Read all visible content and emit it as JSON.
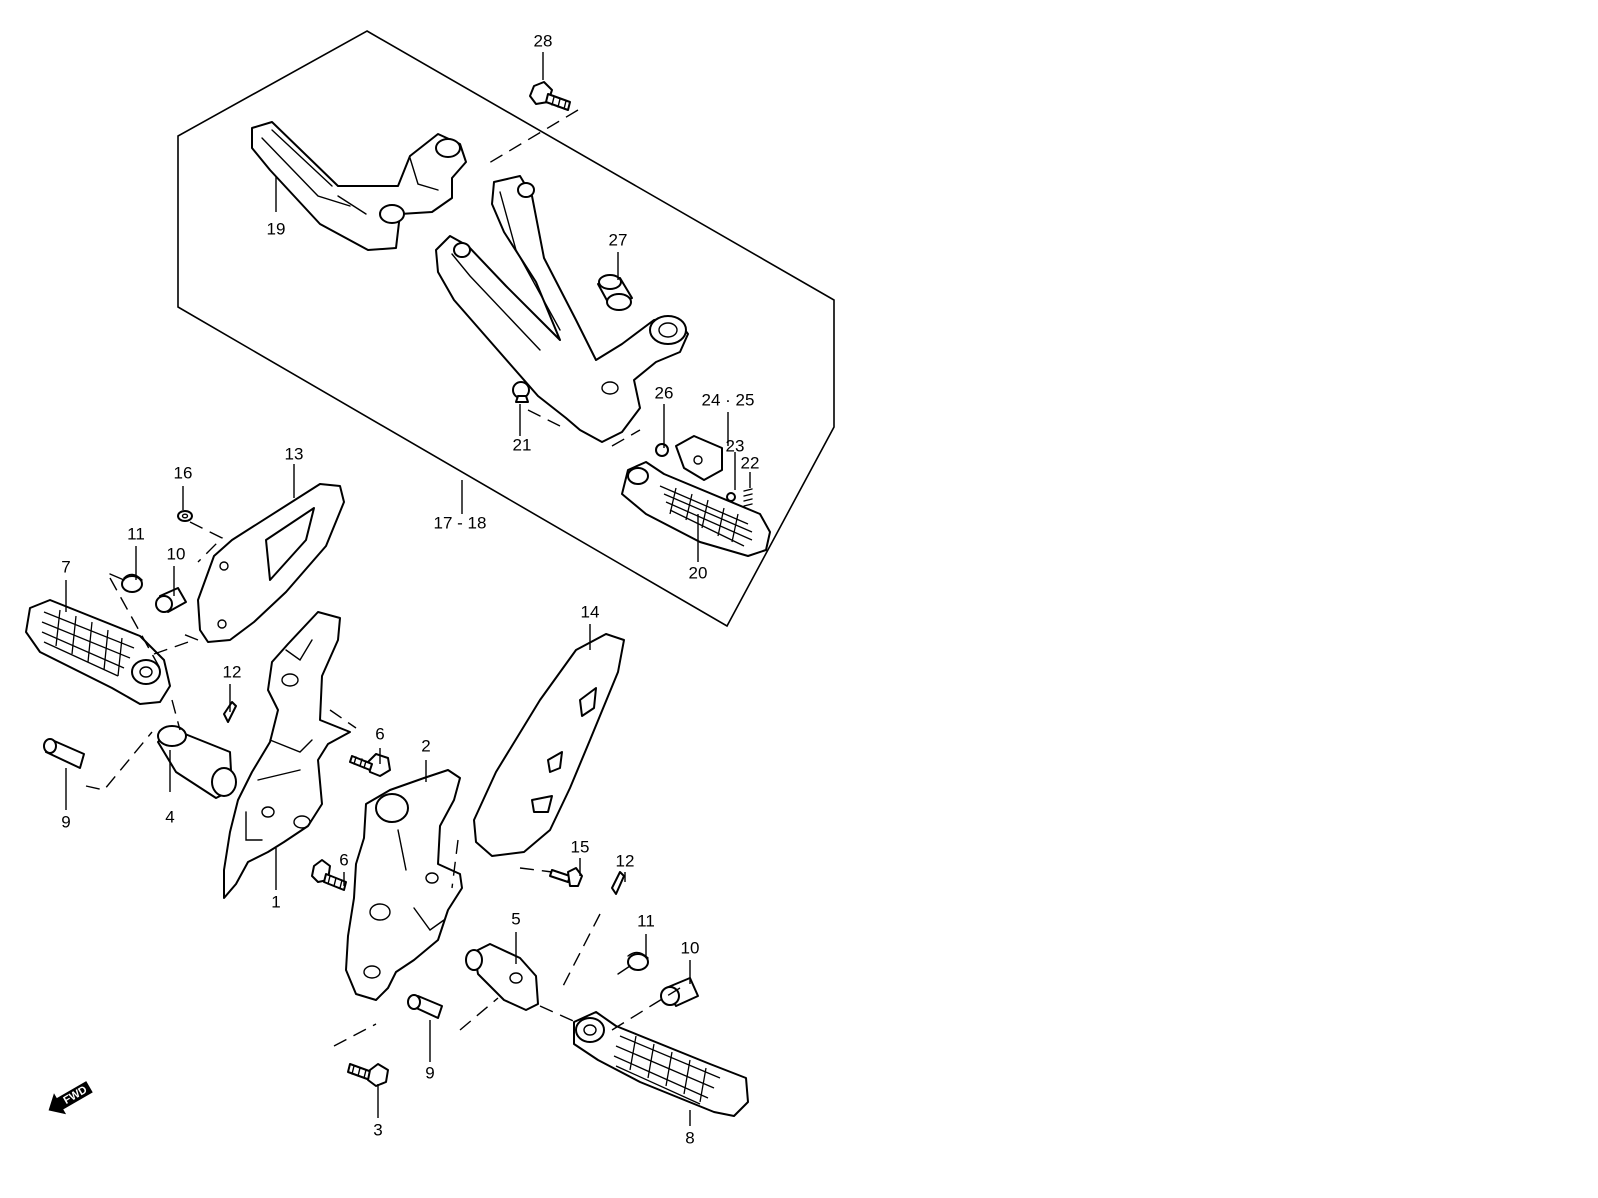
{
  "callouts": {
    "c1": "1",
    "c2": "2",
    "c3": "3",
    "c4": "4",
    "c5": "5",
    "c6a": "6",
    "c6b": "6",
    "c7": "7",
    "c8": "8",
    "c9a": "9",
    "c9b": "9",
    "c10a": "10",
    "c10b": "10",
    "c11a": "11",
    "c11b": "11",
    "c12a": "12",
    "c12b": "12",
    "c13": "13",
    "c14": "14",
    "c15": "15",
    "c16": "16",
    "c17_18": "17 - 18",
    "c19": "19",
    "c20": "20",
    "c21": "21",
    "c22": "22",
    "c23": "23",
    "c24_25": "24 · 25",
    "c26": "26",
    "c27": "27",
    "c28": "28"
  },
  "fwd_indicator": {
    "text": "FWD",
    "icon": "fwd-arrow-icon"
  }
}
